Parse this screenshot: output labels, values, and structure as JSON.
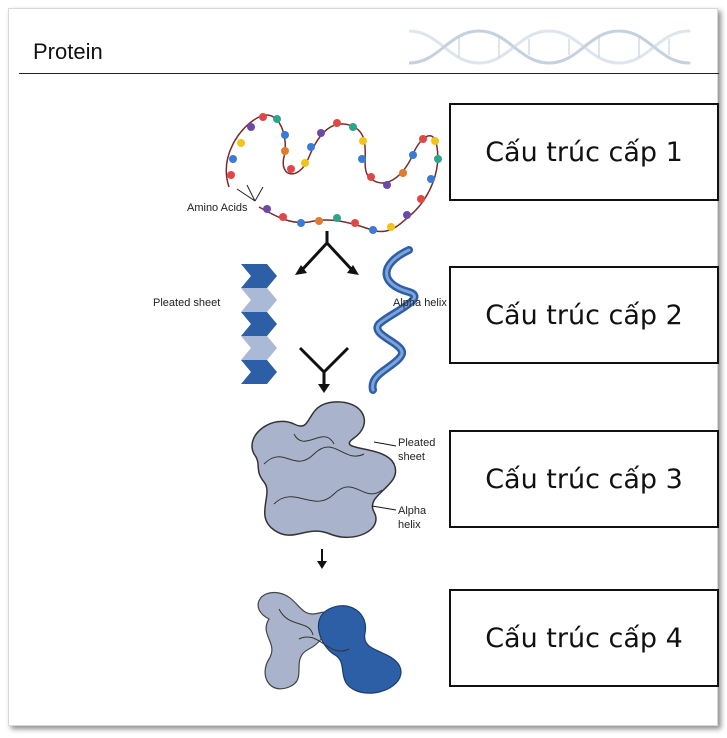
{
  "slide": {
    "title": "Protein",
    "levels": [
      {
        "label": "Cấu trúc cấp 1"
      },
      {
        "label": "Cấu trúc cấp 2"
      },
      {
        "label": "Cấu trúc cấp 3"
      },
      {
        "label": "Cấu trúc cấp 4"
      }
    ],
    "figure_labels": {
      "amino_acids": "Amino Acids",
      "pleated_sheet_left": "Pleated sheet",
      "alpha_helix_right": "Alpha helix",
      "pleated_sheet_3a": "Pleated",
      "pleated_sheet_3b": "sheet",
      "alpha_helix_3a": "Alpha",
      "alpha_helix_3b": "helix"
    }
  }
}
